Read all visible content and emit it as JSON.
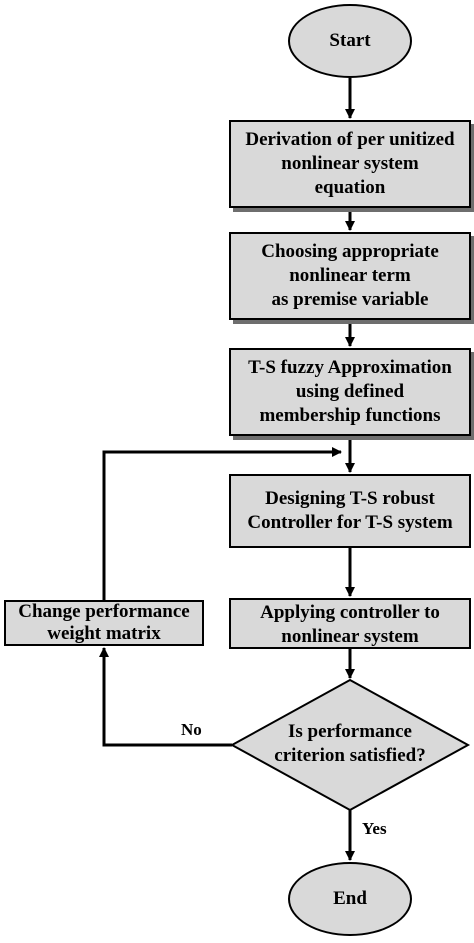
{
  "nodes": {
    "start": "Start",
    "derivation": "Derivation of per unitized\nnonlinear system\nequation",
    "choosing": "Choosing appropriate\nnonlinear term\nas premise variable",
    "fuzzy": "T-S fuzzy Approximation\nusing defined\nmembership functions",
    "designing": "Designing T-S robust\nController for T-S system",
    "applying": "Applying controller to\nnonlinear system",
    "change": "Change performance\nweight matrix",
    "decision": "Is performance\ncriterion satisfied?",
    "end": "End"
  },
  "edges": {
    "no": "No",
    "yes": "Yes"
  },
  "colors": {
    "fill": "#d9d9d9",
    "stroke": "#000000",
    "shadow": "#6e6e6e"
  }
}
